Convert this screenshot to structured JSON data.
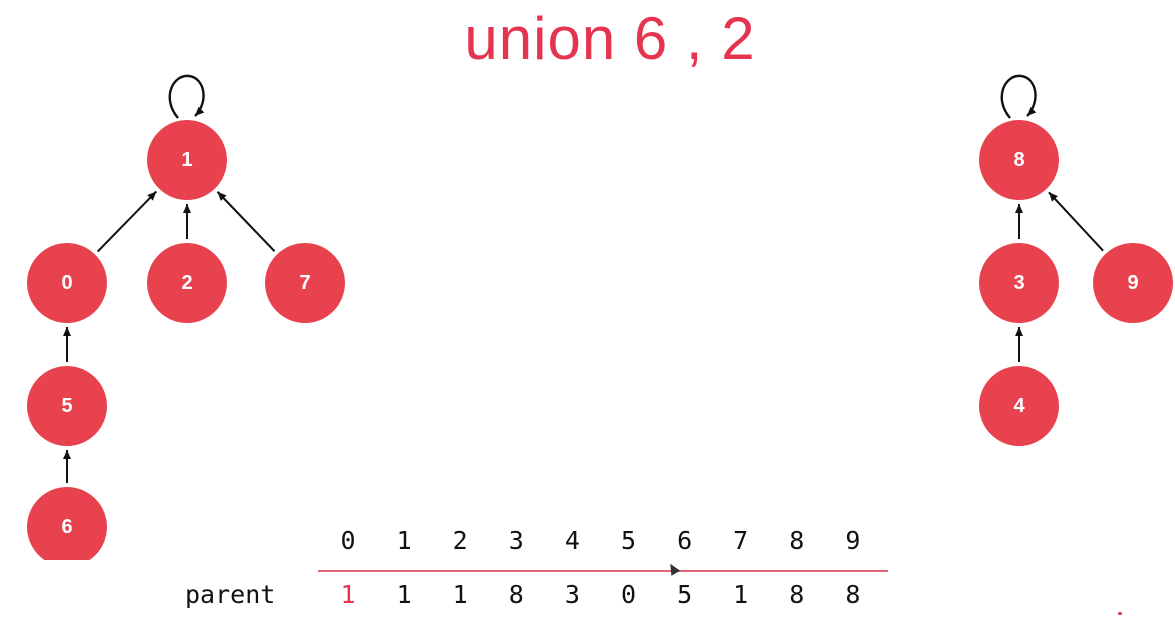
{
  "title": "union 6 , 2",
  "colors": {
    "node_fill": "#e8424f",
    "title": "#e5344f",
    "text": "#111111",
    "root_value": "#e5344f",
    "divider": "#e56478"
  },
  "nodes": [
    {
      "id": "1",
      "label": "1"
    },
    {
      "id": "0",
      "label": "0"
    },
    {
      "id": "2",
      "label": "2"
    },
    {
      "id": "7",
      "label": "7"
    },
    {
      "id": "5",
      "label": "5"
    },
    {
      "id": "6",
      "label": "6"
    },
    {
      "id": "8",
      "label": "8"
    },
    {
      "id": "3",
      "label": "3"
    },
    {
      "id": "9",
      "label": "9"
    },
    {
      "id": "4",
      "label": "4"
    }
  ],
  "edges": [
    {
      "from": "0",
      "to": "1"
    },
    {
      "from": "2",
      "to": "1"
    },
    {
      "from": "7",
      "to": "1"
    },
    {
      "from": "5",
      "to": "0"
    },
    {
      "from": "6",
      "to": "5"
    },
    {
      "from": "3",
      "to": "8"
    },
    {
      "from": "9",
      "to": "8"
    },
    {
      "from": "4",
      "to": "3"
    }
  ],
  "self_loops": [
    "1",
    "8"
  ],
  "array": {
    "indices": [
      "0",
      "1",
      "2",
      "3",
      "4",
      "5",
      "6",
      "7",
      "8",
      "9"
    ],
    "row_label": "parent",
    "values": [
      "1",
      "1",
      "1",
      "8",
      "3",
      "0",
      "5",
      "1",
      "8",
      "8"
    ],
    "highlighted_index": 0
  }
}
